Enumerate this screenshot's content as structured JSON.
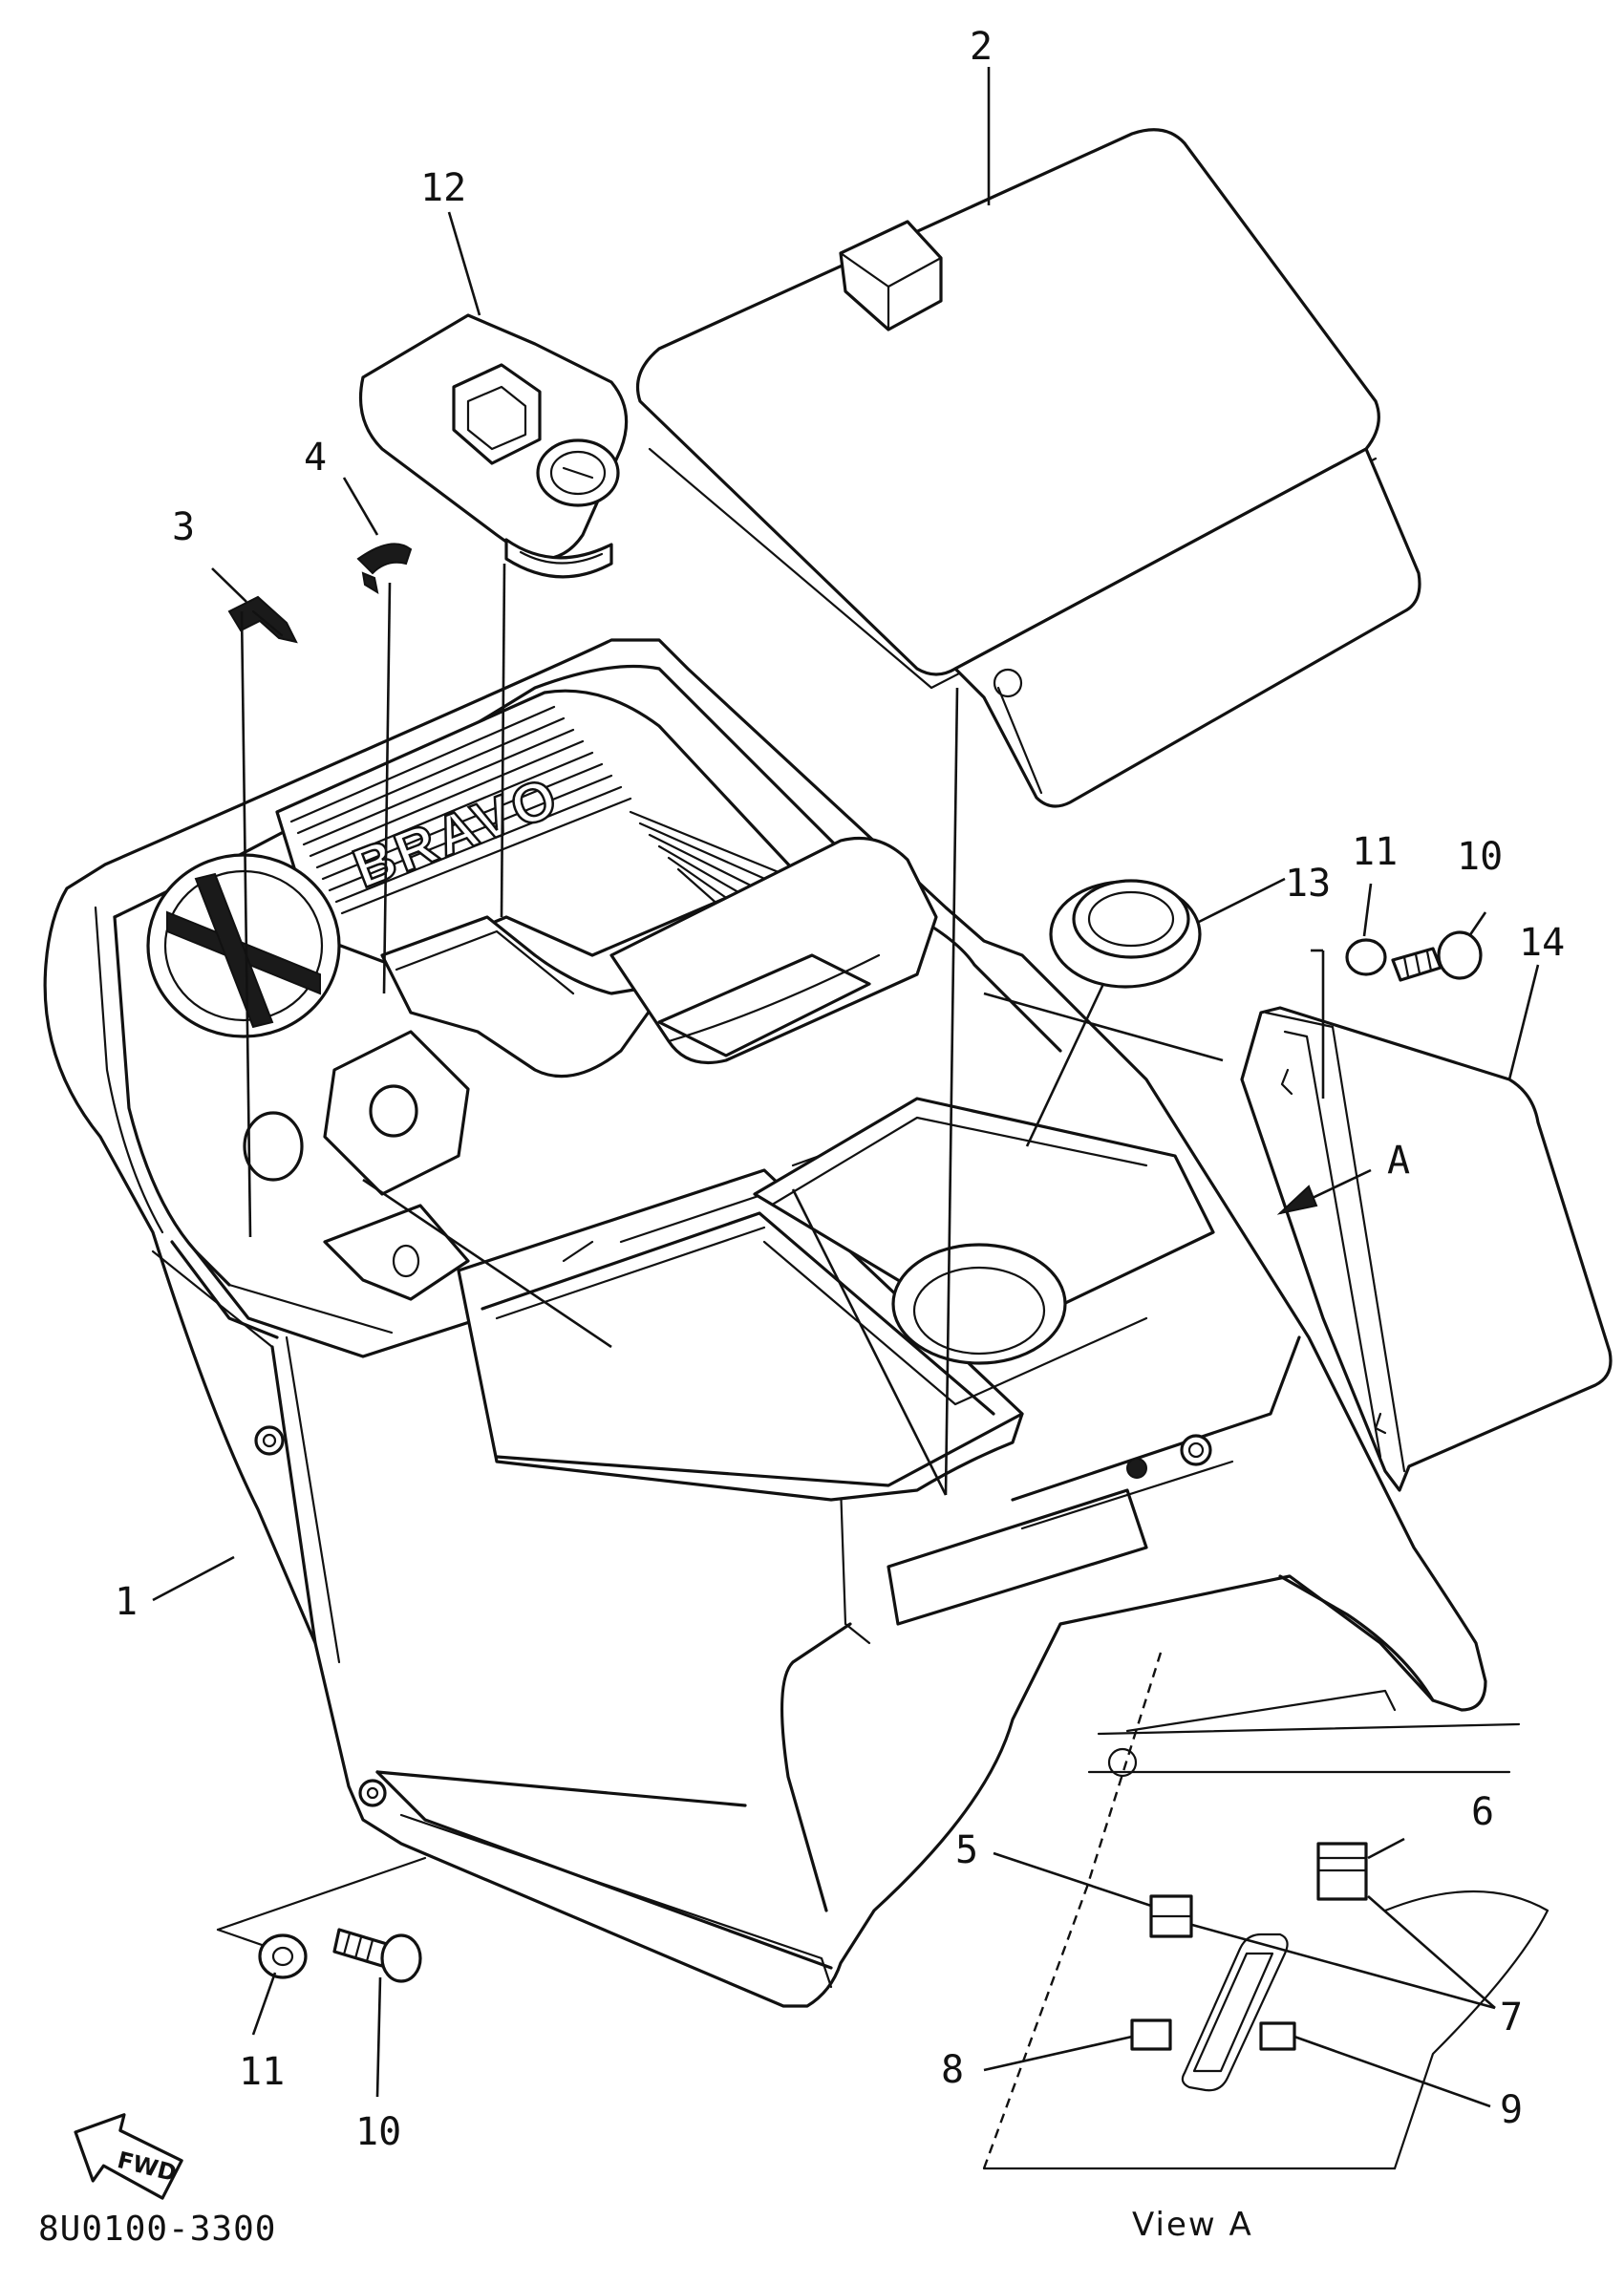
{
  "diagram": {
    "part_code": "8U0100-3300",
    "view_label": "View A",
    "view_marker": "A",
    "brand_lettering": "BRAVO",
    "fwd_label": "FWD",
    "callouts": {
      "c1": "1",
      "c2": "2",
      "c3": "3",
      "c4": "4",
      "c5": "5",
      "c6": "6",
      "c7": "7",
      "c8": "8",
      "c9": "9",
      "c10a": "10",
      "c10b": "10",
      "c11a": "11",
      "c11b": "11",
      "c12": "12",
      "c13": "13",
      "c14": "14"
    }
  }
}
